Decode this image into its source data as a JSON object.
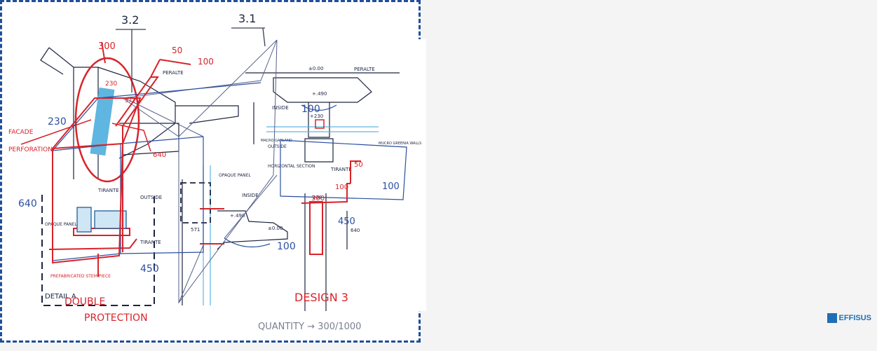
{
  "left_sketch": {
    "labels": {
      "peralte_top": "PERALTE",
      "peralte_right": "PERALTE",
      "dim_230": "230",
      "dim_571": "571",
      "dim_640": "640",
      "facade": "FACADE",
      "perforation": "PERFORATION",
      "tirante": "TIRANTE",
      "tirante_2": "TIRANTE",
      "tirante_3": "TIRANTE",
      "outside": "OUTSIDE",
      "inside": "INSIDE",
      "inside_2": "INSIDE",
      "opaque_panel": "OPAQUE PANEL",
      "opaque_panel_2": "OPAQUE PANEL",
      "prefab": "PREFABRICATED STEM PIECE",
      "detail_a": "DETAIL A",
      "horizontal_section": "HORIZONTAL SECTION",
      "level_000": "±0.00",
      "level_490": "+.490",
      "level_000_b": "±0.00",
      "level_490_b": "+.490",
      "dim_571_b": "571",
      "dim_230_b": "230",
      "dim_640_b": "640",
      "dim_230_c": "+230",
      "outside_2": "OUTSIDE",
      "macro": "MACRO GARLAND",
      "vidrio": "MUCRO GREENIA WALLS"
    }
  },
  "right_sketch": {
    "labels": {
      "section_32": "3.2",
      "section_31": "3.1",
      "dim_300": "300",
      "dim_50": "50",
      "dim_100": "100",
      "dim_230": "230",
      "dim_640": "640",
      "dim_450": "450",
      "dim_100_a": "100",
      "dim_100_b": "100",
      "inset_50": "50",
      "inset_100": "100",
      "inset_300": "300",
      "inset_100_side": "100",
      "inset_450": "450",
      "double": "DOUBLE",
      "protection": "PROTECTION",
      "design": "DESIGN 3",
      "quantity": "QUANTITY → 300/1000"
    },
    "logo_text": "EFFISUS"
  },
  "colors": {
    "red": "#d8232a",
    "blue_frame": "#1f4f9a",
    "ink": "#1d2540",
    "cyan": "#5fb6e0"
  }
}
